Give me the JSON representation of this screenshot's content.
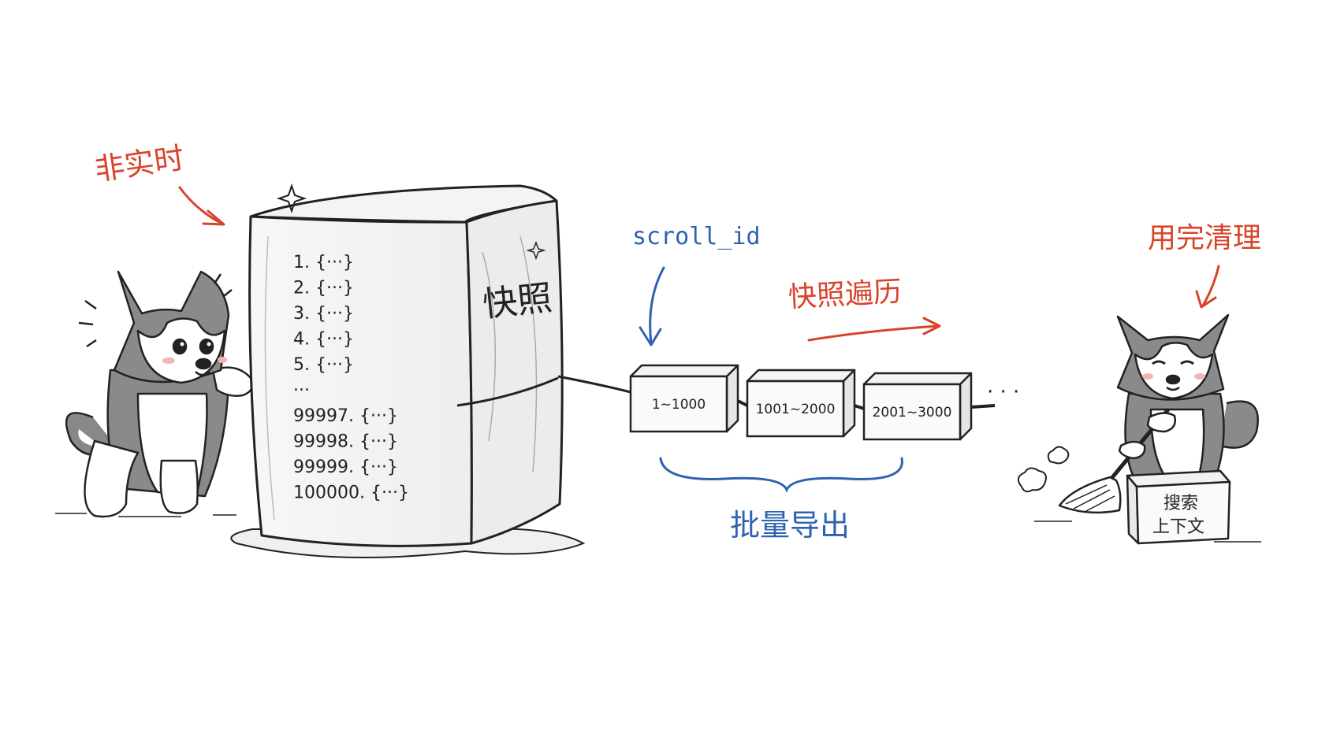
{
  "labels": {
    "non_realtime": "非实时",
    "scroll_id": "scroll_id",
    "snapshot_traverse": "快照遍历",
    "batch_export": "批量导出",
    "cleanup": "用完清理",
    "snapshot": "快照"
  },
  "snapshot_rows": [
    "1. {···}",
    "2. {···}",
    "3. {···}",
    "4. {···}",
    "5. {···}",
    "···",
    "99997. {···}",
    "99998. {···}",
    "99999. {···}",
    "100000. {···}"
  ],
  "batches": [
    {
      "label": "1~1000"
    },
    {
      "label": "1001~2000"
    },
    {
      "label": "2001~3000"
    }
  ],
  "trailing_dots": "· · ·",
  "context_box": {
    "line1": "搜索",
    "line2": "上下文"
  },
  "colors": {
    "red": "#d9432b",
    "blue": "#2f62b0",
    "ink": "#222222",
    "fur_dark": "#8a8a8a",
    "fur_light": "#ffffff"
  }
}
